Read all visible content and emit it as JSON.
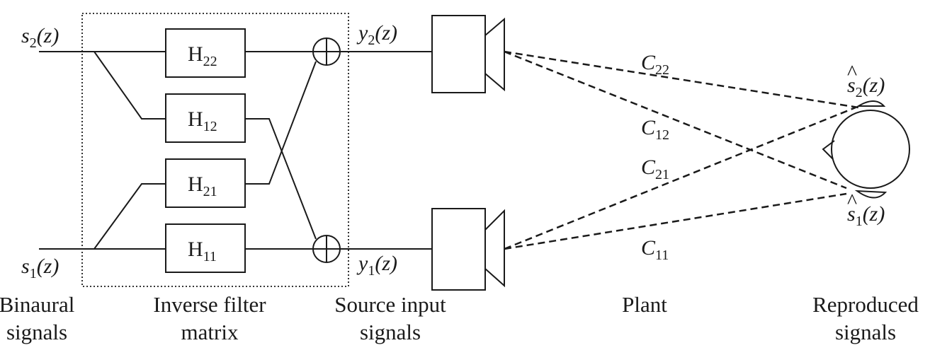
{
  "inputs": {
    "s2": {
      "base": "s",
      "sub": "2",
      "arg": "(z)"
    },
    "s1": {
      "base": "s",
      "sub": "1",
      "arg": "(z)"
    }
  },
  "filters": {
    "h22": {
      "base": "H",
      "sub": "22"
    },
    "h12": {
      "base": "H",
      "sub": "12"
    },
    "h21": {
      "base": "H",
      "sub": "21"
    },
    "h11": {
      "base": "H",
      "sub": "11"
    }
  },
  "outputs": {
    "y2": {
      "base": "y",
      "sub": "2",
      "arg": "(z)"
    },
    "y1": {
      "base": "y",
      "sub": "1",
      "arg": "(z)"
    }
  },
  "paths": {
    "c22": {
      "base": "C",
      "sub": "22"
    },
    "c12": {
      "base": "C",
      "sub": "12"
    },
    "c21": {
      "base": "C",
      "sub": "21"
    },
    "c11": {
      "base": "C",
      "sub": "11"
    }
  },
  "reproduced": {
    "s2hat": {
      "hat": "^",
      "base": "s",
      "sub": "2",
      "arg": "(z)"
    },
    "s1hat": {
      "hat": "^",
      "base": "s",
      "sub": "1",
      "arg": "(z)"
    }
  },
  "captions": {
    "binaural": [
      "Binaural",
      "signals"
    ],
    "inverse_filter": [
      "Inverse filter",
      "matrix"
    ],
    "source_input": [
      "Source input",
      "signals"
    ],
    "plant": [
      "Plant"
    ],
    "reproduced": [
      "Reproduced",
      "signals"
    ]
  }
}
